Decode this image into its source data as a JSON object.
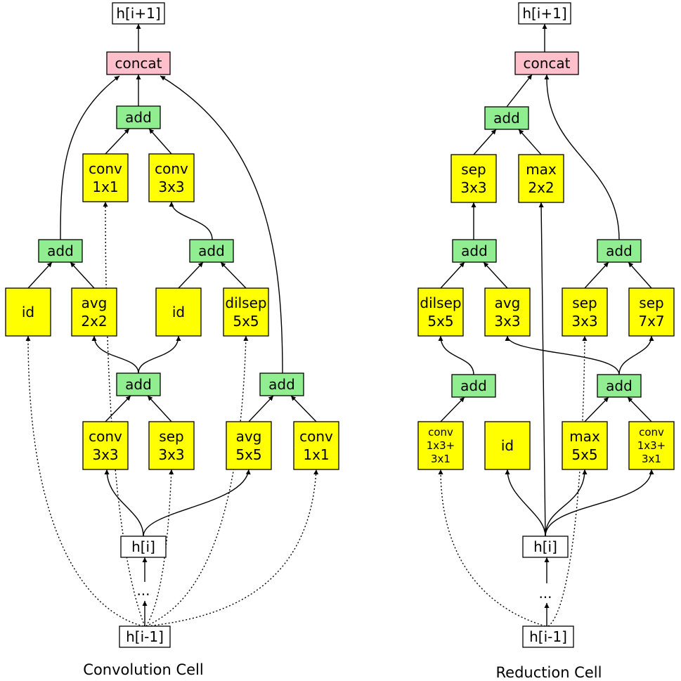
{
  "colors": {
    "op": "#ffff00",
    "add": "#90ee90",
    "concat": "#ffc0cb",
    "state": "#ffffff",
    "stroke": "#000000"
  },
  "cells": [
    {
      "id": "conv",
      "title": "Convolution Cell",
      "nodes": {
        "out": {
          "kind": "state",
          "lines": [
            "h[i+1]"
          ]
        },
        "concat": {
          "kind": "concat",
          "lines": [
            "concat"
          ]
        },
        "addtop": {
          "kind": "add",
          "lines": [
            "add"
          ]
        },
        "c11a": {
          "kind": "op",
          "lines": [
            "conv",
            "1x1"
          ]
        },
        "c33a": {
          "kind": "op",
          "lines": [
            "conv",
            "3x3"
          ]
        },
        "addL": {
          "kind": "add",
          "lines": [
            "add"
          ]
        },
        "addM": {
          "kind": "add",
          "lines": [
            "add"
          ]
        },
        "id1": {
          "kind": "op",
          "lines": [
            "id"
          ]
        },
        "avg22": {
          "kind": "op",
          "lines": [
            "avg",
            "2x2"
          ]
        },
        "id2": {
          "kind": "op",
          "lines": [
            "id"
          ]
        },
        "dil55": {
          "kind": "op",
          "lines": [
            "dilsep",
            "5x5"
          ]
        },
        "addB1": {
          "kind": "add",
          "lines": [
            "add"
          ]
        },
        "addB2": {
          "kind": "add",
          "lines": [
            "add"
          ]
        },
        "c33b": {
          "kind": "op",
          "lines": [
            "conv",
            "3x3"
          ]
        },
        "sep33": {
          "kind": "op",
          "lines": [
            "sep",
            "3x3"
          ]
        },
        "avg55": {
          "kind": "op",
          "lines": [
            "avg",
            "5x5"
          ]
        },
        "c11b": {
          "kind": "op",
          "lines": [
            "conv",
            "1x1"
          ]
        },
        "hi": {
          "kind": "state",
          "lines": [
            "h[i]"
          ]
        },
        "dots": {
          "kind": "text",
          "lines": [
            "..."
          ]
        },
        "him1": {
          "kind": "state",
          "lines": [
            "h[i-1]"
          ]
        }
      }
    },
    {
      "id": "red",
      "title": "Reduction Cell",
      "nodes": {
        "out": {
          "kind": "state",
          "lines": [
            "h[i+1]"
          ]
        },
        "concat": {
          "kind": "concat",
          "lines": [
            "concat"
          ]
        },
        "addtop": {
          "kind": "add",
          "lines": [
            "add"
          ]
        },
        "sep33t": {
          "kind": "op",
          "lines": [
            "sep",
            "3x3"
          ]
        },
        "max22": {
          "kind": "op",
          "lines": [
            "max",
            "2x2"
          ]
        },
        "addL": {
          "kind": "add",
          "lines": [
            "add"
          ]
        },
        "addR": {
          "kind": "add",
          "lines": [
            "add"
          ]
        },
        "dil55": {
          "kind": "op",
          "lines": [
            "dilsep",
            "5x5"
          ]
        },
        "avg33": {
          "kind": "op",
          "lines": [
            "avg",
            "3x3"
          ]
        },
        "sep33": {
          "kind": "op",
          "lines": [
            "sep",
            "3x3"
          ]
        },
        "sep77": {
          "kind": "op",
          "lines": [
            "sep",
            "7x7"
          ]
        },
        "addB1": {
          "kind": "add",
          "lines": [
            "add"
          ]
        },
        "addB2": {
          "kind": "add",
          "lines": [
            "add"
          ]
        },
        "cv13a": {
          "kind": "op",
          "lines": [
            "conv",
            "1x3+",
            "3x1"
          ]
        },
        "id": {
          "kind": "op",
          "lines": [
            "id"
          ]
        },
        "max55": {
          "kind": "op",
          "lines": [
            "max",
            "5x5"
          ]
        },
        "cv13b": {
          "kind": "op",
          "lines": [
            "conv",
            "1x3+",
            "3x1"
          ]
        },
        "hi": {
          "kind": "state",
          "lines": [
            "h[i]"
          ]
        },
        "dots": {
          "kind": "text",
          "lines": [
            "..."
          ]
        },
        "him1": {
          "kind": "state",
          "lines": [
            "h[i-1]"
          ]
        }
      }
    }
  ]
}
